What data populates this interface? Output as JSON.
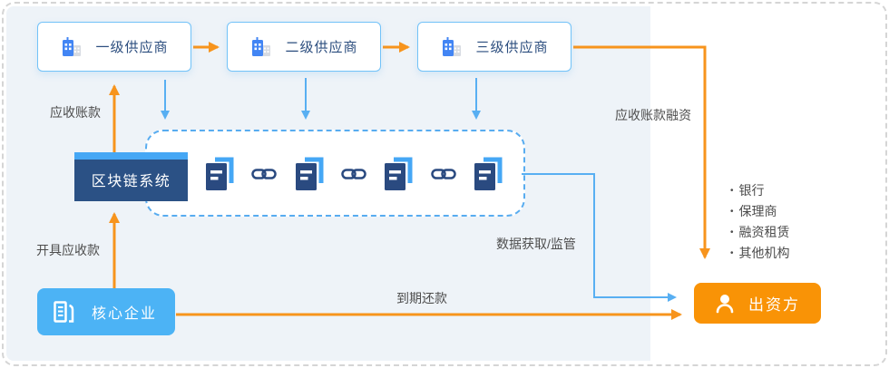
{
  "suppliers": [
    {
      "label": "一级供应商"
    },
    {
      "label": "二级供应商"
    },
    {
      "label": "三级供应商"
    }
  ],
  "blockchain": {
    "label": "区块链系统"
  },
  "core": {
    "label": "核心企业"
  },
  "funder": {
    "label": "出资方",
    "types": [
      "银行",
      "保理商",
      "融资租赁",
      "其他机构"
    ]
  },
  "flow_labels": {
    "receivables": "应收账款",
    "issue_receivables": "开具应收款",
    "receivables_financing": "应收账款融资",
    "data_supervision": "数据获取/监管",
    "repayment": "到期还款"
  },
  "colors": {
    "arrow_orange": "#F7941D",
    "arrow_blue": "#58AFF2",
    "icon_navy": "#2A4A80",
    "icon_accent_blue": "#45A7F5",
    "blockchain_box": "#2B5185",
    "core_box_blue": "#4CB3F5",
    "funder_box_orange": "#F99306",
    "panel_background": "#EEF3F8",
    "supplier_border": "#72C2F8",
    "supplier_text": "#2B4D7E",
    "label_text": "#4D4D4D"
  }
}
